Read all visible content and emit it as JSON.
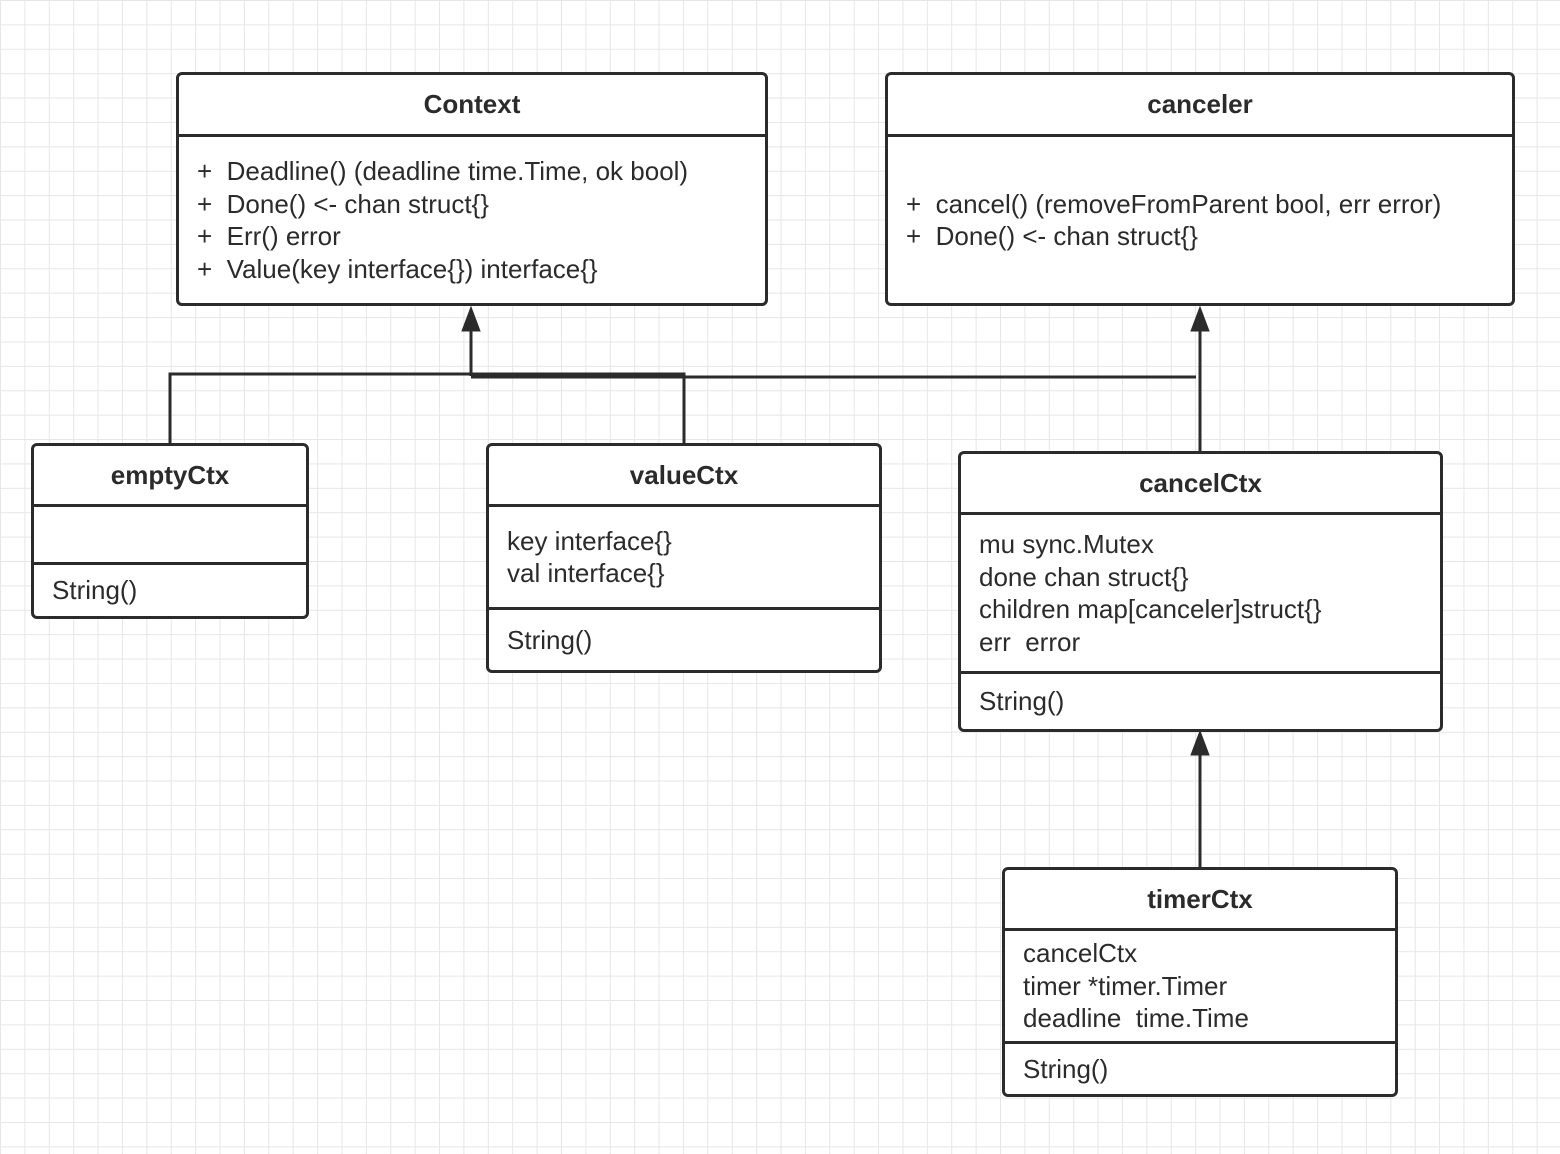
{
  "classes": {
    "context": {
      "name": "Context",
      "methods": [
        "+  Deadline() (deadline time.Time, ok bool)",
        "+  Done() <- chan struct{}",
        "+  Err() error",
        "+  Value(key interface{}) interface{}"
      ]
    },
    "canceler": {
      "name": "canceler",
      "methods": [
        "+  cancel() (removeFromParent bool, err error)",
        "+  Done() <- chan struct{}"
      ]
    },
    "emptyCtx": {
      "name": "emptyCtx",
      "methods": [
        "String()"
      ]
    },
    "valueCtx": {
      "name": "valueCtx",
      "fields": [
        "key interface{}",
        "val interface{}"
      ],
      "methods": [
        "String()"
      ]
    },
    "cancelCtx": {
      "name": "cancelCtx",
      "fields": [
        "mu sync.Mutex",
        "done chan struct{}",
        "children map[canceler]struct{}",
        "err  error"
      ],
      "methods": [
        "String()"
      ]
    },
    "timerCtx": {
      "name": "timerCtx",
      "fields": [
        "cancelCtx",
        "timer *timer.Timer",
        "deadline  time.Time"
      ],
      "methods": [
        "String()"
      ]
    }
  },
  "relations": [
    {
      "from": "emptyCtx",
      "to": "Context",
      "type": "inheritance"
    },
    {
      "from": "valueCtx",
      "to": "Context",
      "type": "inheritance"
    },
    {
      "from": "cancelCtx",
      "to": "Context",
      "type": "inheritance"
    },
    {
      "from": "cancelCtx",
      "to": "canceler",
      "type": "inheritance"
    },
    {
      "from": "timerCtx",
      "to": "cancelCtx",
      "type": "inheritance"
    }
  ]
}
